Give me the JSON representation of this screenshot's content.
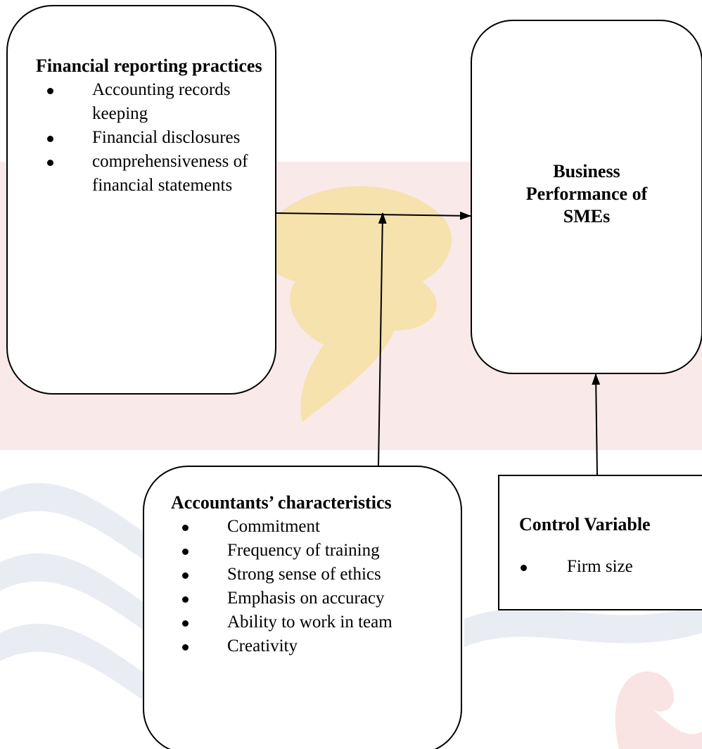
{
  "boxes": {
    "financial_reporting_practices": {
      "title": "Financial reporting practices",
      "items": [
        "Accounting records keeping",
        "Financial disclosures",
        "comprehensiveness of financial statements"
      ]
    },
    "business_performance": {
      "title_lines": [
        "Business",
        "Performance of",
        "SMEs"
      ]
    },
    "accountants_characteristics": {
      "title": "Accountants’ characteristics",
      "items": [
        "Commitment",
        "Frequency of training",
        "Strong sense of ethics",
        "Emphasis on accuracy",
        "Ability to work in team",
        "Creativity"
      ]
    },
    "control_variable": {
      "title": "Control Variable",
      "items": [
        "Firm size"
      ]
    }
  },
  "colors": {
    "stroke": "#000000",
    "background": "#ffffff",
    "watermark_gold": "#f3df98",
    "watermark_red": "#f6d7d7",
    "watermark_blue": "#e3e7f0"
  }
}
